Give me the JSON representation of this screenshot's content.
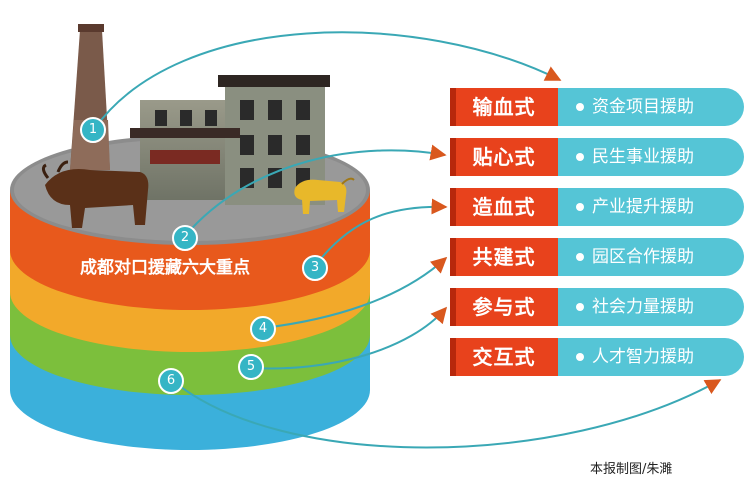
{
  "headline": "成都对口援藏六大重点",
  "caption": "本报制图/朱濉",
  "colors": {
    "accent_red": "#e8421c",
    "pill_teal": "#55c5d6",
    "badge": "#35b5c5",
    "arrow": "#3aa8b5"
  },
  "items": [
    {
      "number": "1",
      "type": "输血式",
      "label": "资金项目援助"
    },
    {
      "number": "2",
      "type": "贴心式",
      "label": "民生事业援助"
    },
    {
      "number": "3",
      "type": "造血式",
      "label": "产业提升援助"
    },
    {
      "number": "4",
      "type": "共建式",
      "label": "园区合作援助"
    },
    {
      "number": "5",
      "type": "参与式",
      "label": "社会力量援助"
    },
    {
      "number": "6",
      "type": "交互式",
      "label": "人才智力援助"
    }
  ]
}
